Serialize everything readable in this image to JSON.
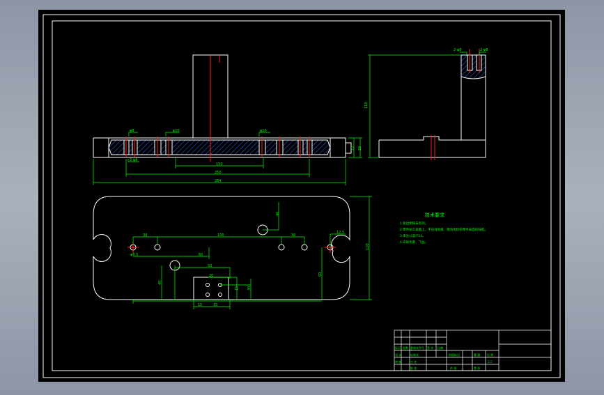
{
  "drawing": {
    "colors": {
      "background": "#000000",
      "outline": "#ffffff",
      "dimension": "#00ff00",
      "centerline": "#ff0000",
      "hatch": "#2f6bff",
      "frame": "#ffffff",
      "viewport": "#a2a9b5"
    },
    "front_view": {
      "dims": {
        "top_small_left": "φ8",
        "top_small_left2": "2-φ8",
        "top_mid_left": "φ10",
        "top_mid_right": "φ10",
        "bottom_left_small": "2-φ8",
        "mid_span": "150",
        "overall_inner": "250",
        "overall": "284",
        "right_h1": "12",
        "right_h2": "22"
      }
    },
    "side_view": {
      "dims": {
        "height": "110",
        "top_left": "2-φ8",
        "top_right": "2-φ8"
      }
    },
    "top_view": {
      "dims": {
        "upper_v": "40",
        "left_off": "30",
        "center_span": "150",
        "right_off": "30",
        "right_small": "12.5",
        "left_small": "φ8.5",
        "mid_h": "60",
        "mid_h2": "50",
        "block_w": "20",
        "block_h": "30",
        "block_w2": "15",
        "v1": "40",
        "v2": "60",
        "v3": "120",
        "small1": "15",
        "small2": "15"
      }
    },
    "technical_requirements": {
      "title": "技术要求",
      "lines": [
        "1.锐边倒钝去毛刺。",
        "2.零件加工表面上，不应有划痕、擦伤等损伤零件表面的缺陷。",
        "3.未注公差IT14。",
        "4.去除毛刺、飞边。"
      ]
    },
    "title_block": {
      "labels": [
        "标记",
        "处数",
        "更改文件号",
        "签 字",
        "日 期",
        "设 计",
        "标准化",
        "阶段标记",
        "重 量",
        "比 例",
        "审 核",
        "工 艺",
        "批 准",
        "共 张",
        "第 张",
        "1:1"
      ]
    }
  }
}
